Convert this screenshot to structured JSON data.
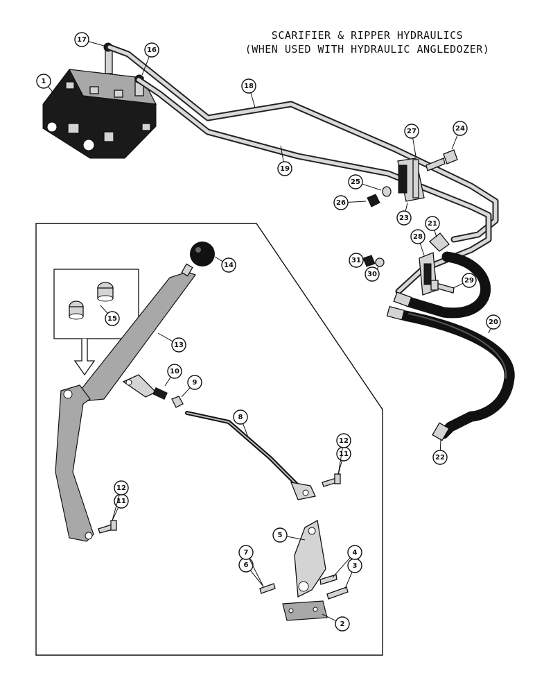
{
  "title": {
    "line1": "SCARIFIER & RIPPER HYDRAULICS",
    "line2": "(WHEN USED WITH HYDRAULIC ANGLEDOZER)"
  },
  "callouts": [
    {
      "id": "c1",
      "label": "1"
    },
    {
      "id": "c2",
      "label": "2"
    },
    {
      "id": "c3",
      "label": "3"
    },
    {
      "id": "c4",
      "label": "4"
    },
    {
      "id": "c5",
      "label": "5"
    },
    {
      "id": "c6",
      "label": "6"
    },
    {
      "id": "c7",
      "label": "7"
    },
    {
      "id": "c8",
      "label": "8"
    },
    {
      "id": "c9",
      "label": "9"
    },
    {
      "id": "c10",
      "label": "10"
    },
    {
      "id": "c11a",
      "label": "11"
    },
    {
      "id": "c12a",
      "label": "12"
    },
    {
      "id": "c11b",
      "label": "11"
    },
    {
      "id": "c12b",
      "label": "12"
    },
    {
      "id": "c13",
      "label": "13"
    },
    {
      "id": "c14",
      "label": "14"
    },
    {
      "id": "c15",
      "label": "15"
    },
    {
      "id": "c16",
      "label": "16"
    },
    {
      "id": "c17",
      "label": "17"
    },
    {
      "id": "c18",
      "label": "18"
    },
    {
      "id": "c19",
      "label": "19"
    },
    {
      "id": "c20",
      "label": "20"
    },
    {
      "id": "c21",
      "label": "21"
    },
    {
      "id": "c22",
      "label": "22"
    },
    {
      "id": "c23",
      "label": "23"
    },
    {
      "id": "c24",
      "label": "24"
    },
    {
      "id": "c25",
      "label": "25"
    },
    {
      "id": "c26",
      "label": "26"
    },
    {
      "id": "c27",
      "label": "27"
    },
    {
      "id": "c28",
      "label": "28"
    },
    {
      "id": "c29",
      "label": "29"
    },
    {
      "id": "c30",
      "label": "30"
    },
    {
      "id": "c31",
      "label": "31"
    }
  ]
}
